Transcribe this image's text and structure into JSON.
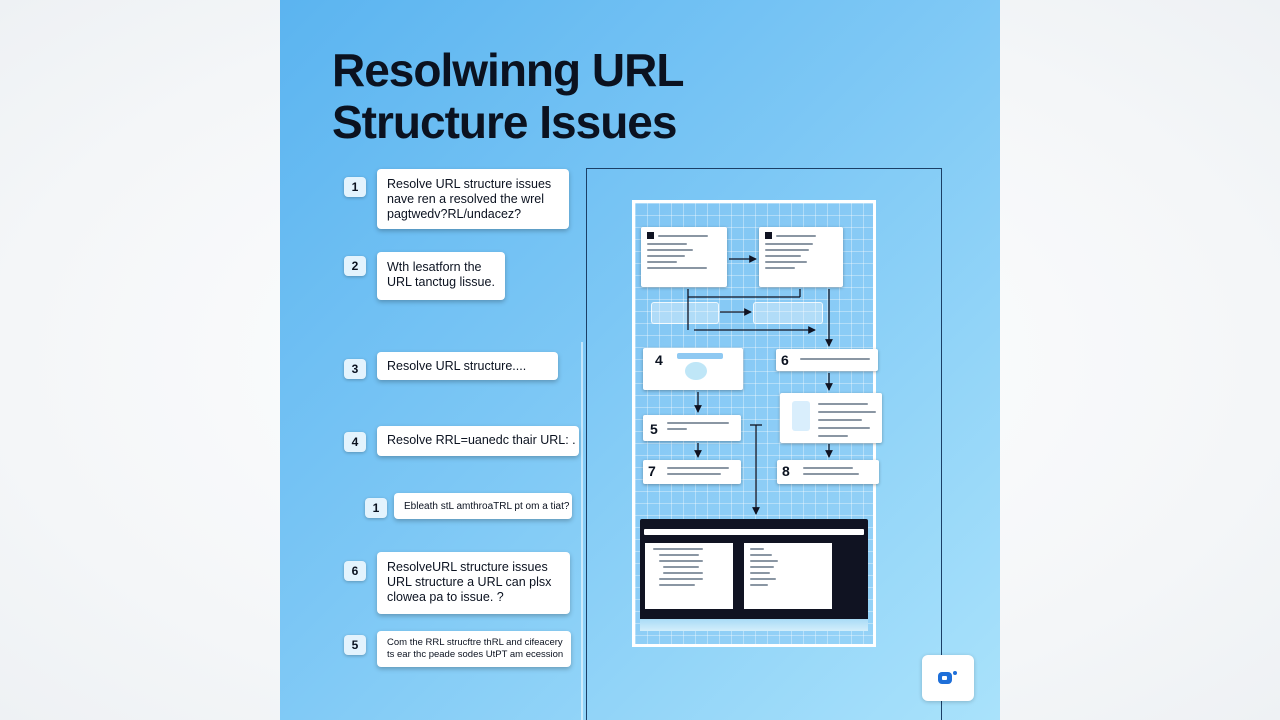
{
  "title": {
    "line1": "Resolwinng URL",
    "line2": "Structure Issues"
  },
  "steps": [
    {
      "number": "1",
      "lines": [
        "Resolve URL structure issues",
        "nave ren a resolved the wrel",
        "pagtwedv?RL/undacez?"
      ]
    },
    {
      "number": "2",
      "lines": [
        "Wth lesatforn the",
        "URL tanctug lissue."
      ]
    },
    {
      "number": "3",
      "lines": [
        "Resolve URL structure...."
      ]
    },
    {
      "number": "4",
      "lines": [
        "Resolve RRL=uanedc thair URL: ."
      ]
    },
    {
      "number": "1",
      "lines": [
        "Ebleath stL amthroaTRL pt om a tiat?"
      ]
    },
    {
      "number": "6",
      "lines": [
        "ResolveURL structure issues",
        "URL structure a URL can plsx",
        "clowea pa to issue. ?"
      ]
    },
    {
      "number": "5",
      "lines": [
        "Com the RRL strucftre thRL and cifeacery",
        "ts ear thc peade sodes UtPT am ecession"
      ]
    }
  ],
  "diagram": {
    "node4": "4",
    "node5": "5",
    "node6": "6",
    "node7": "7",
    "node8": "8"
  },
  "colors": {
    "panel_start": "#5bb4f0",
    "panel_end": "#a9e2fb",
    "ink": "#0b1220",
    "terminal": "#101322"
  },
  "logo_icon": "d-logo-icon"
}
